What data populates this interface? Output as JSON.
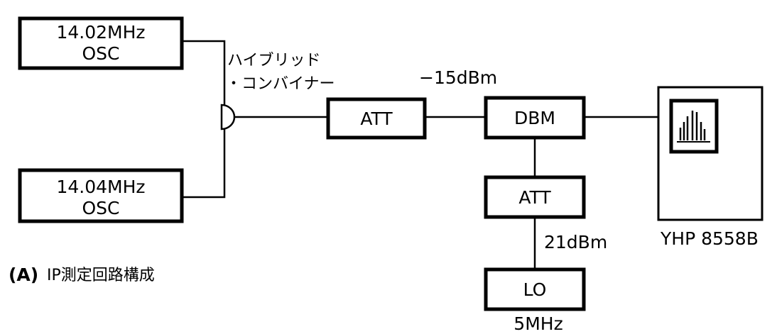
{
  "osc1": {
    "freq": "14.02MHz",
    "type": "OSC"
  },
  "osc2": {
    "freq": "14.04MHz",
    "type": "OSC"
  },
  "combiner": {
    "line1": "ハイブリッド",
    "line2": "・コンバイナー"
  },
  "att1": {
    "label": "ATT"
  },
  "signal_level": {
    "label": "−15dBm"
  },
  "dbm": {
    "label": "DBM"
  },
  "att2": {
    "label": "ATT"
  },
  "lo_level": {
    "label": "21dBm"
  },
  "lo": {
    "label": "LO",
    "freq": "5MHz"
  },
  "analyzer": {
    "label": "YHP 8558B"
  },
  "caption": {
    "marker": "(A)",
    "text": "IP測定回路構成"
  }
}
